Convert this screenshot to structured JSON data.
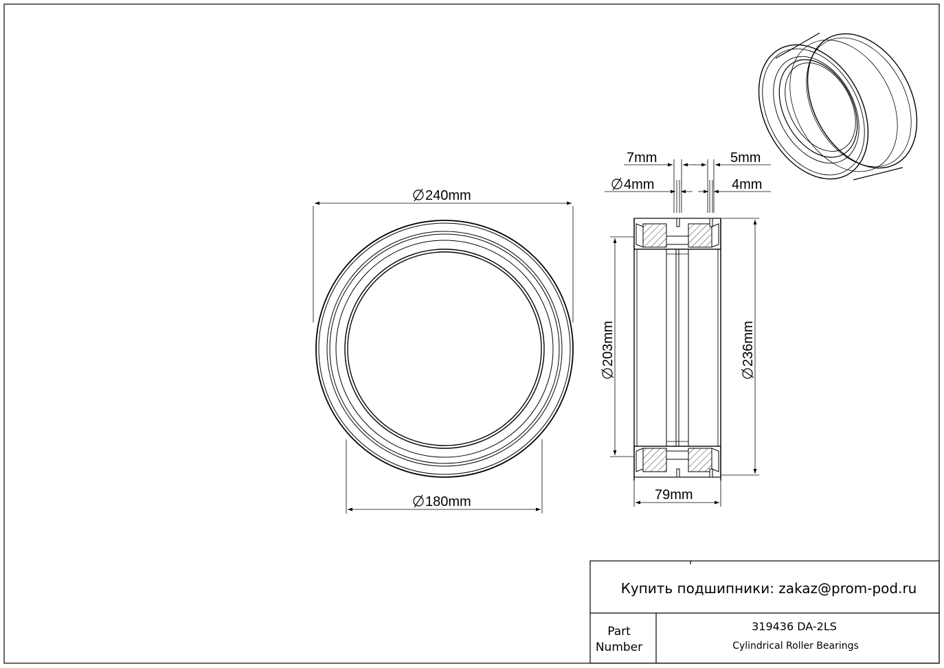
{
  "drawing": {
    "front_view": {
      "outer_diameter_label": "240mm",
      "bore_diameter_label": "180mm"
    },
    "section_view": {
      "groove_width_left_label": "7mm",
      "groove_width_right_label": "5mm",
      "lube_hole_left_label": "4mm",
      "lube_hole_right_label": "4mm",
      "inner_raceway_diameter_label": "203mm",
      "outer_raceway_diameter_label": "236mm",
      "width_label": "79mm"
    },
    "diameter_symbol": "diameter-symbol"
  },
  "title_block": {
    "buy_text": "Купить подшипники: zakaz@prom-pod.ru",
    "part_label_line1": "Part",
    "part_label_line2": "Number",
    "part_number": "319436 DA-2LS",
    "part_description": "Cylindrical Roller Bearings"
  }
}
